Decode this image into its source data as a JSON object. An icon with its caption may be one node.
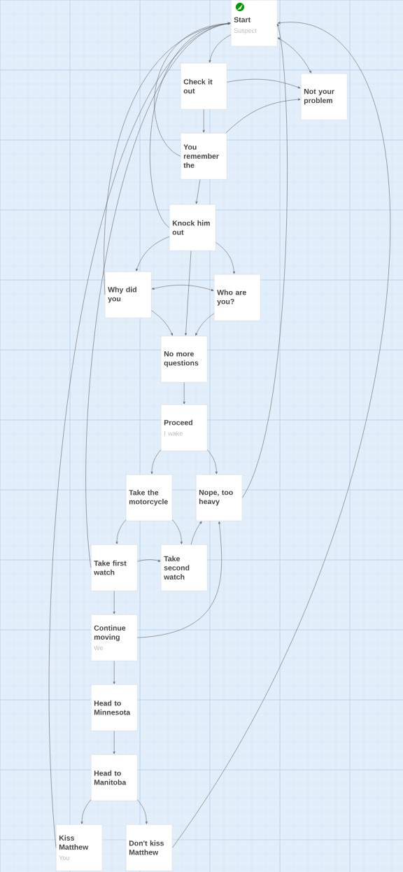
{
  "diagram": {
    "nodes": [
      {
        "text": [
          "Start",
          "Suspect"
        ]
      },
      {
        "text": [
          "Check it out"
        ]
      },
      {
        "text": [
          "Not your problem"
        ]
      },
      {
        "text": [
          "You remember the"
        ]
      },
      {
        "text": [
          "Knock him out"
        ]
      },
      {
        "text": [
          "Why did you"
        ]
      },
      {
        "text": [
          "Who are you?"
        ]
      },
      {
        "text": [
          "No more questions"
        ]
      },
      {
        "text": [
          "Proceed",
          "I wake"
        ]
      },
      {
        "text": [
          "Take the motorcycle"
        ]
      },
      {
        "text": [
          "Nope, too heavy"
        ]
      },
      {
        "text": [
          "Take first watch"
        ]
      },
      {
        "text": [
          "Take second watch"
        ]
      },
      {
        "text": [
          "Continue moving",
          "We"
        ]
      },
      {
        "text": [
          "Head to Minnesota"
        ]
      },
      {
        "text": [
          "Head to Manitoba"
        ]
      },
      {
        "text": [
          "Kiss Matthew",
          "You"
        ]
      },
      {
        "text": [
          "Don't kiss Matthew"
        ]
      }
    ],
    "edges": [
      {
        "from": 0,
        "to": 1,
        "arrow": "to"
      },
      {
        "from": 0,
        "to": 2,
        "arrow": "both"
      },
      {
        "from": 1,
        "to": 2,
        "arrow": "to"
      },
      {
        "from": 1,
        "to": 3,
        "arrow": "to"
      },
      {
        "from": 3,
        "to": 2,
        "arrow": "to"
      },
      {
        "from": 3,
        "to": 4,
        "arrow": "to"
      },
      {
        "from": 3,
        "to": 0,
        "arrow": "to"
      },
      {
        "from": 4,
        "to": 0,
        "arrow": "to"
      },
      {
        "from": 5,
        "to": 0,
        "arrow": "to"
      },
      {
        "from": 4,
        "to": 5,
        "arrow": "to"
      },
      {
        "from": 4,
        "to": 6,
        "arrow": "to"
      },
      {
        "from": 4,
        "to": 7,
        "arrow": "to"
      },
      {
        "from": 5,
        "to": 6,
        "arrow": "both"
      },
      {
        "from": 5,
        "to": 7,
        "arrow": "to"
      },
      {
        "from": 6,
        "to": 7,
        "arrow": "to"
      },
      {
        "from": 7,
        "to": 8,
        "arrow": "to"
      },
      {
        "from": 8,
        "to": 9,
        "arrow": "to"
      },
      {
        "from": 8,
        "to": 10,
        "arrow": "to"
      },
      {
        "from": 10,
        "to": 0,
        "arrow": "to"
      },
      {
        "from": 9,
        "to": 11,
        "arrow": "to"
      },
      {
        "from": 9,
        "to": 12,
        "arrow": "to"
      },
      {
        "from": 11,
        "to": 12,
        "arrow": "to"
      },
      {
        "from": 11,
        "to": 13,
        "arrow": "to"
      },
      {
        "from": 11,
        "to": 0,
        "arrow": "to"
      },
      {
        "from": 12,
        "to": 10,
        "arrow": "to"
      },
      {
        "from": 13,
        "to": 10,
        "arrow": "to"
      },
      {
        "from": 13,
        "to": 14,
        "arrow": "to"
      },
      {
        "from": 14,
        "to": 15,
        "arrow": "to"
      },
      {
        "from": 15,
        "to": 16,
        "arrow": "to"
      },
      {
        "from": 15,
        "to": 17,
        "arrow": "to"
      },
      {
        "from": 16,
        "to": 0,
        "arrow": "to"
      },
      {
        "from": 17,
        "to": 0,
        "arrow": "to"
      }
    ]
  }
}
